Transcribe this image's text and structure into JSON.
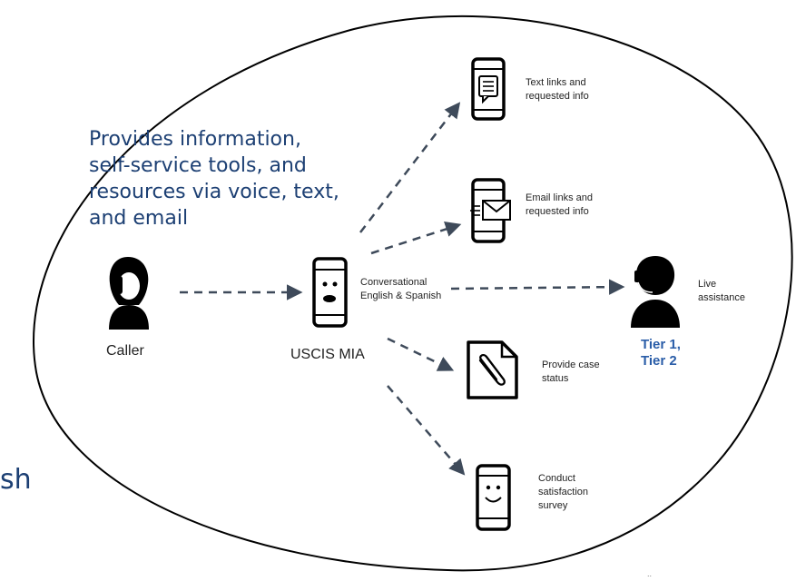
{
  "diagram": {
    "description": "Provides information,\nself-service tools, and\nresources via voice, text,\nand email",
    "nodes": {
      "caller": {
        "label": "Caller",
        "icon": "caller-phone-icon"
      },
      "mia": {
        "label": "USCIS MIA",
        "icon": "mia-phone-icon"
      },
      "text": {
        "label": "Text links and\nrequested info",
        "icon": "text-message-phone-icon"
      },
      "email": {
        "label": "Email links and\nrequested info",
        "icon": "email-phone-icon"
      },
      "conversational": {
        "label": "Conversational\nEnglish & Spanish"
      },
      "live": {
        "label": "Live\nassistance",
        "icon": "agent-headset-icon"
      },
      "tiers": {
        "label": "Tier 1,\nTier 2",
        "color": "#2a5da8"
      },
      "case": {
        "label": "Provide case\nstatus",
        "icon": "paperclip-document-icon"
      },
      "survey": {
        "label": "Conduct\nsatisfaction\nsurvey",
        "icon": "smiley-phone-icon"
      }
    },
    "edge_fragment": "sh",
    "footer_fragment": "..",
    "colors": {
      "description_text": "#1c3f73",
      "arrow": "#3e4a5a",
      "ellipse": "#000000"
    }
  }
}
